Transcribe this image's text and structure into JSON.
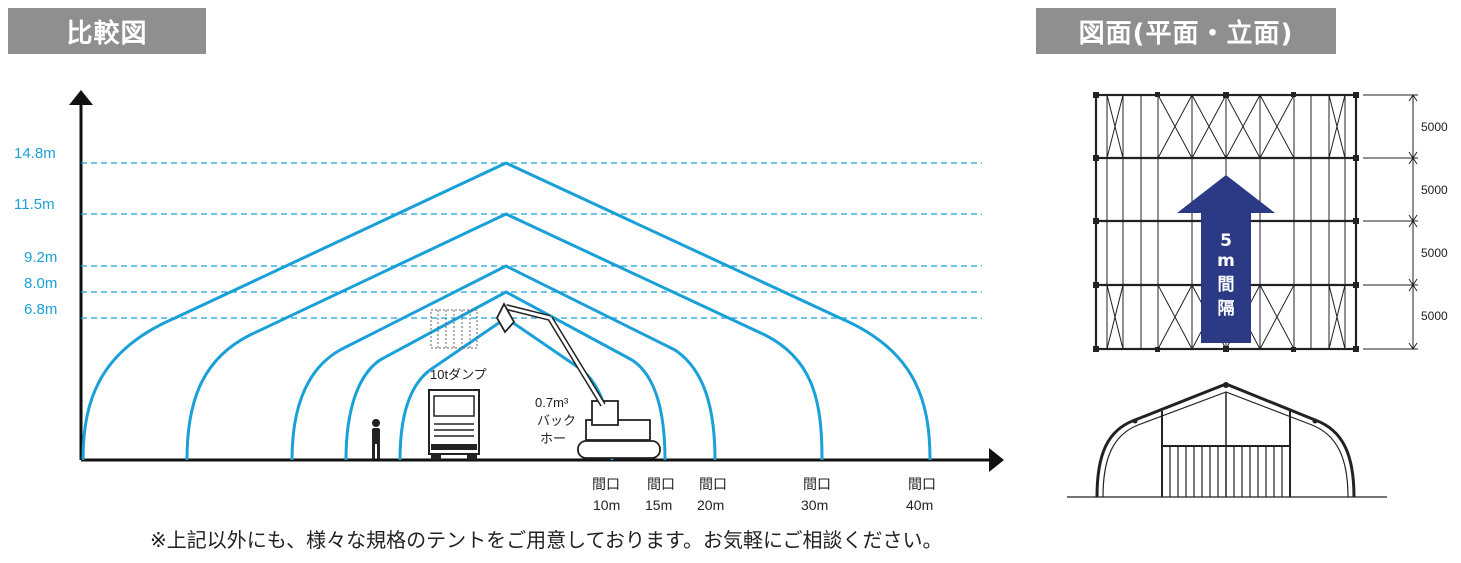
{
  "badges": {
    "left": "比較図",
    "right": "図面(平面・立面)"
  },
  "height_labels": [
    "14.8m",
    "11.5m",
    "9.2m",
    "8.0m",
    "6.8m"
  ],
  "span_labels": [
    {
      "top": "間口",
      "bottom": "10m"
    },
    {
      "top": "間口",
      "bottom": "15m"
    },
    {
      "top": "間口",
      "bottom": "20m"
    },
    {
      "top": "間口",
      "bottom": "30m"
    },
    {
      "top": "間口",
      "bottom": "40m"
    }
  ],
  "machines": {
    "dump_truck": "10tダンプ",
    "backhoe": [
      "0.7m³",
      "バック",
      "ホー"
    ]
  },
  "plan": {
    "arrow_chars": [
      "5",
      "m",
      "間",
      "隔"
    ],
    "dims": [
      "5000",
      "5000",
      "5000",
      "5000"
    ]
  },
  "footnote": "※上記以外にも、様々な規格のテントをご用意しております。お気軽にご相談ください。",
  "colors": {
    "tent_line": "#1aa0d8",
    "badge_bg": "#8f8f8f",
    "arrow": "#2c3a86"
  }
}
